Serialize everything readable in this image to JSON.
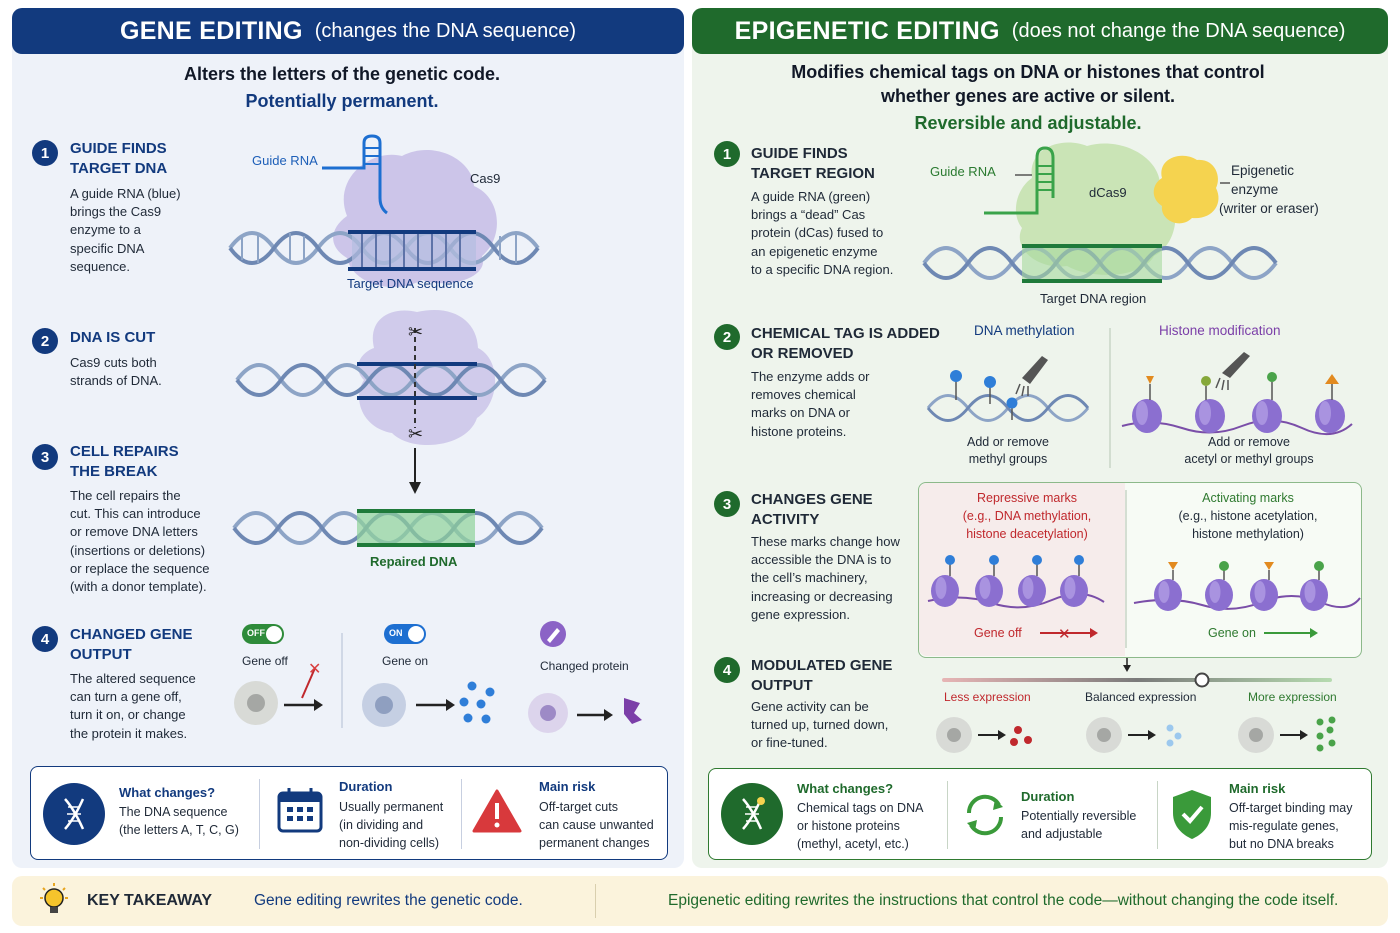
{
  "left": {
    "banner_big": "GENE EDITING",
    "banner_small": "(changes the DNA sequence)",
    "intro": "Alters the letters of the genetic code.",
    "intro_sub": "Potentially permanent.",
    "steps": [
      {
        "num": "1",
        "title_l1": "GUIDE FINDS",
        "title_l2": "TARGET DNA",
        "body": [
          "A guide RNA (blue)",
          "brings the Cas9",
          "enzyme to a",
          "specific DNA",
          "sequence."
        ]
      },
      {
        "num": "2",
        "title_l1": "DNA IS CUT",
        "title_l2": "",
        "body": [
          "Cas9 cuts both",
          "strands of DNA."
        ]
      },
      {
        "num": "3",
        "title_l1": "CELL REPAIRS",
        "title_l2": "THE BREAK",
        "body": [
          "The cell repairs the",
          "cut. This can introduce",
          "or remove DNA letters",
          "(insertions or deletions)",
          "or replace the sequence",
          "(with a donor template)."
        ]
      },
      {
        "num": "4",
        "title_l1": "CHANGED GENE",
        "title_l2": "OUTPUT",
        "body": [
          "The altered sequence",
          "can turn a gene off,",
          "turn it on, or change",
          "the protein it makes."
        ]
      }
    ],
    "labels": {
      "guide_rna": "Guide RNA",
      "cas9": "Cas9",
      "target_dna": "Target DNA sequence",
      "repaired_dna": "Repaired DNA",
      "toggle_off": "OFF",
      "toggle_on": "ON",
      "gene_off": "Gene off",
      "gene_on": "Gene on",
      "changed_protein": "Changed protein"
    },
    "summary": [
      {
        "icon": "dna-icon",
        "head": "What changes?",
        "body": [
          "The DNA sequence",
          "(the letters A, T, C, G)"
        ]
      },
      {
        "icon": "calendar-icon",
        "head": "Duration",
        "body": [
          "Usually permanent",
          "(in dividing and",
          "non-dividing cells)"
        ]
      },
      {
        "icon": "warning-icon",
        "head": "Main risk",
        "body": [
          "Off-target cuts",
          "can cause unwanted",
          "permanent changes"
        ]
      }
    ]
  },
  "right": {
    "banner_big": "EPIGENETIC EDITING",
    "banner_small": "(does not change the DNA sequence)",
    "intro_l1": "Modifies chemical tags on DNA or histones that control",
    "intro_l2": "whether genes are active or silent.",
    "intro_sub": "Reversible and adjustable.",
    "steps": [
      {
        "num": "1",
        "title_l1": "GUIDE FINDS",
        "title_l2": "TARGET REGION",
        "body": [
          "A guide RNA (green)",
          "brings a “dead”  Cas",
          "protein (dCas) fused to",
          "an epigenetic enzyme",
          "to a specific DNA region."
        ]
      },
      {
        "num": "2",
        "title_l1": "CHEMICAL TAG IS ADDED",
        "title_l2": "OR REMOVED",
        "body": [
          "The enzyme adds or",
          "removes chemical",
          "marks on DNA or",
          "histone proteins."
        ]
      },
      {
        "num": "3",
        "title_l1": "CHANGES GENE",
        "title_l2": "ACTIVITY",
        "body": [
          "These marks change how",
          "accessible the DNA is to",
          "the cell’s machinery,",
          "increasing or decreasing",
          "gene expression."
        ]
      },
      {
        "num": "4",
        "title_l1": "MODULATED GENE",
        "title_l2": "OUTPUT",
        "body": [
          "Gene activity can be",
          "turned up, turned down,",
          "or fine-tuned."
        ]
      }
    ],
    "labels": {
      "guide_rna": "Guide RNA",
      "dcas9": "dCas9",
      "enzyme": [
        "Epigenetic",
        "enzyme",
        "(writer or eraser)"
      ],
      "target_region": "Target DNA region",
      "dna_methylation": "DNA methylation",
      "histone_mod": "Histone modification",
      "add_methyl": [
        "Add or remove",
        "methyl groups"
      ],
      "add_acetyl": [
        "Add or remove",
        "acetyl or methyl groups"
      ],
      "repressive": [
        "Repressive marks",
        "(e.g., DNA methylation,",
        "histone deacetylation)"
      ],
      "activating": [
        "Activating marks",
        "(e.g., histone acetylation,",
        "histone methylation)"
      ],
      "gene_off": "Gene off",
      "gene_on": "Gene on",
      "less_expr": "Less expression",
      "balanced_expr": "Balanced expression",
      "more_expr": "More expression"
    },
    "summary": [
      {
        "icon": "dna-icon",
        "head": "What changes?",
        "body": [
          "Chemical tags on DNA",
          "or histone proteins",
          "(methyl, acetyl, etc.)"
        ]
      },
      {
        "icon": "cycle-icon",
        "head": "Duration",
        "body": [
          "Potentially reversible",
          "and adjustable"
        ]
      },
      {
        "icon": "shield-icon",
        "head": "Main risk",
        "body": [
          "Off-target binding may",
          "mis-regulate genes,",
          "but no DNA breaks"
        ]
      }
    ]
  },
  "takeaway": {
    "title": "KEY TAKEAWAY",
    "left_text": "Gene editing rewrites the genetic code.",
    "right_text": "Epigenetic editing rewrites the instructions that control the code—without changing the code itself."
  },
  "colors": {
    "navy": "#123a7e",
    "green": "#1f6a2c",
    "purple": "#7b3fa8",
    "red": "#c0282d",
    "cas_lavender": "#c6bde6",
    "dcas_green": "#c7e3b3",
    "enzyme_yellow": "#f5d34f"
  }
}
